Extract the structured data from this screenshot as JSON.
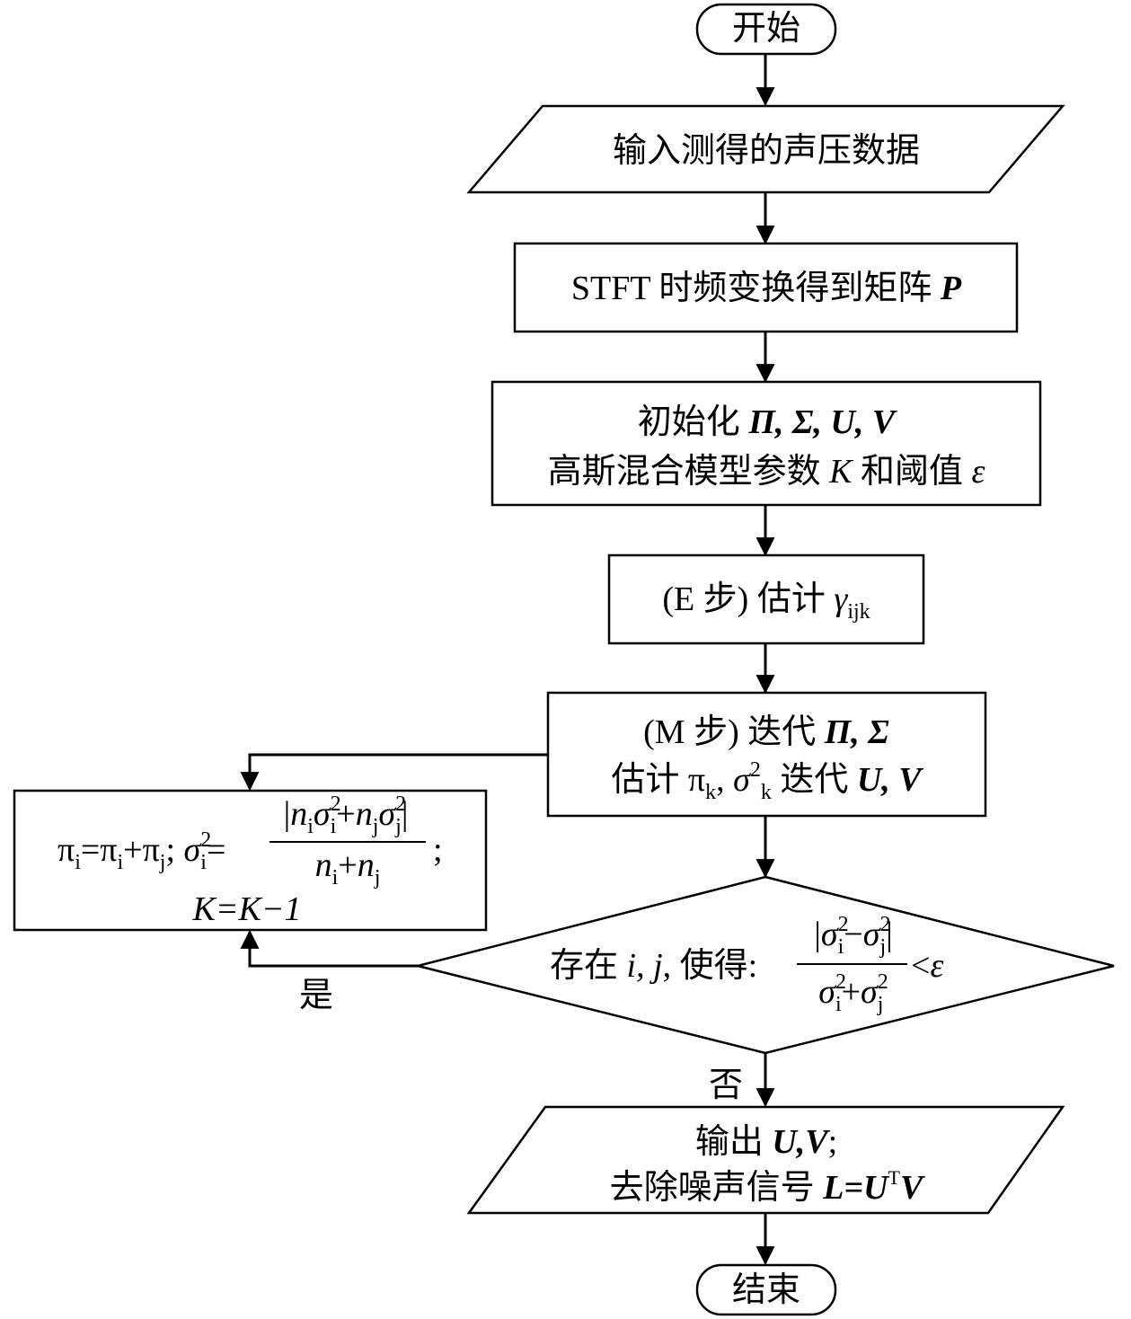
{
  "nodes": {
    "start": {
      "text": "开始"
    },
    "input": {
      "text": "输入测得的声压数据"
    },
    "stft": {
      "text": "STFT 时频变换得到矩阵 ",
      "var": "P"
    },
    "init": {
      "line1_prefix": "初始化 ",
      "line1_vars": "Π, Σ, U, V",
      "line2_prefix": "高斯混合模型参数 ",
      "line2_var_k": "K",
      "line2_mid": " 和阈值 ",
      "line2_var_eps": "ε"
    },
    "estep": {
      "prefix": "(E 步) 估计 ",
      "gamma": "γ",
      "sub": "ijk"
    },
    "mstep": {
      "line1_prefix": "(M 步) 迭代 ",
      "line1_vars": "Π, Σ",
      "line2_prefix": "估计 ",
      "pi": "π",
      "pi_sub": "k",
      "comma": ", ",
      "sigma": "σ",
      "sigma_sup": "2",
      "sigma_sub": "k",
      "line2_mid": " 迭代 ",
      "line2_vars": "U, V"
    },
    "merge": {
      "pi_i": "π",
      "sub_i": "i",
      "eq": "=",
      "plus": "+",
      "sub_j": "j",
      "semi": ";",
      "sigma": "σ",
      "sup2": "2",
      "num_open": "|",
      "n": "n",
      "num_close": "|",
      "den_plus": "+",
      "line2": "K=K−1"
    },
    "decision": {
      "prefix": "存在 ",
      "vars": "i, j",
      "mid": ", 使得:",
      "sigma": "σ",
      "minus": "−",
      "plus": "+",
      "lt": "<",
      "eps": "ε"
    },
    "output": {
      "line1_prefix": "输出 ",
      "line1_vars": "U,V",
      "line1_suffix": ";",
      "line2_prefix": "去除噪声信号 ",
      "line2_eq_lhs": "L=U",
      "line2_sup": "T",
      "line2_eq_rhs": "V"
    },
    "end": {
      "text": "结束"
    }
  },
  "edges": {
    "yes_label": "是",
    "no_label": "否"
  }
}
